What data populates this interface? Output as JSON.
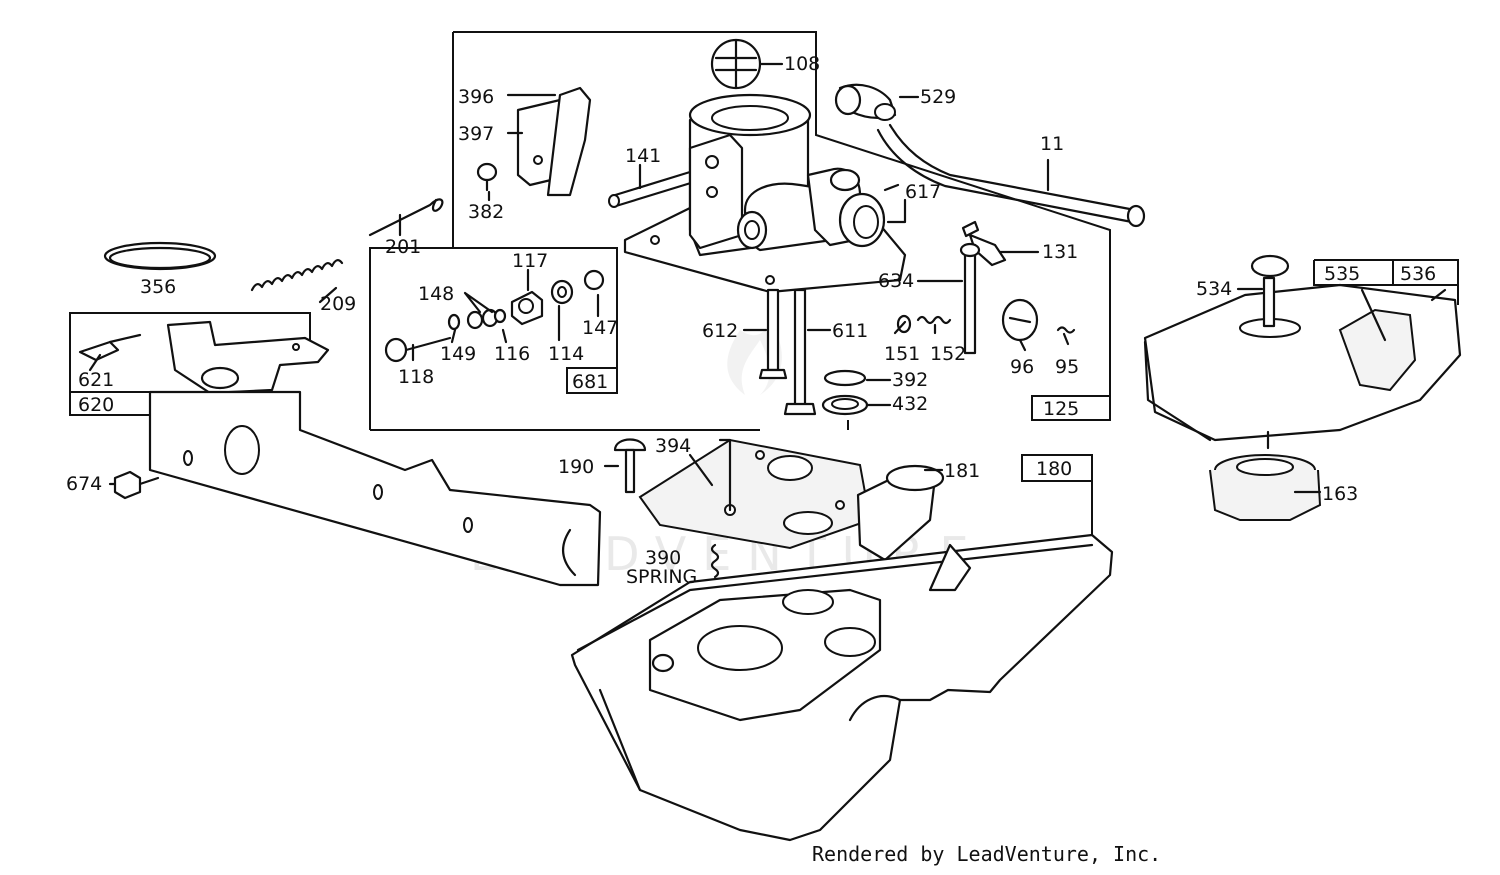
{
  "diagram": {
    "watermark": "LEADVENTURE",
    "footer": "Rendered by LeadVenture, Inc.",
    "labels": {
      "p108": "108",
      "p529": "529",
      "p396": "396",
      "p397": "397",
      "p11": "11",
      "p141": "141",
      "p617": "617",
      "p382": "382",
      "p201": "201",
      "p131": "131",
      "p117": "117",
      "p148": "148",
      "p147": "147",
      "p634": "634",
      "p534": "534",
      "p535": "535",
      "p536": "536",
      "p356": "356",
      "p209": "209",
      "p612": "612",
      "p611": "611",
      "p151": "151",
      "p152": "152",
      "p96": "96",
      "p95": "95",
      "p149": "149",
      "p116": "116",
      "p114": "114",
      "p118": "118",
      "p681": "681",
      "p392": "392",
      "p432": "432",
      "p125": "125",
      "p621": "621",
      "p620": "620",
      "p394": "394",
      "p190": "190",
      "p181": "181",
      "p180": "180",
      "p163": "163",
      "p674": "674",
      "p390a": "390",
      "p390b": "SPRING"
    }
  }
}
